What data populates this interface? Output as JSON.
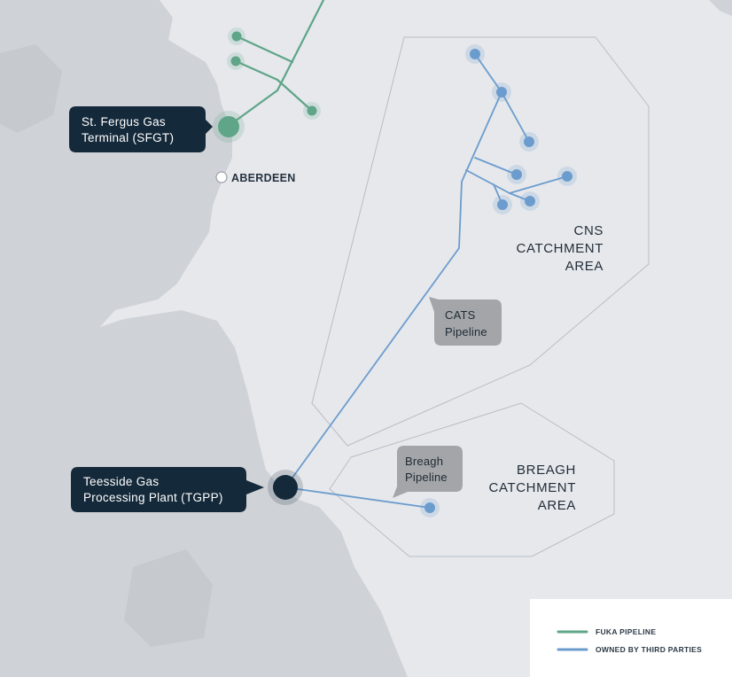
{
  "colors": {
    "sea": "#e6e8ec",
    "land": "#cfd2d7",
    "fuka_pipeline": "#5fa588",
    "third_party_pipeline": "#6b9ccd",
    "dark_callout": "#14293a",
    "grey_callout": "#a3a5a8"
  },
  "terminals": {
    "sfgt": {
      "line1": "St. Fergus Gas",
      "line2": "Terminal (SFGT)"
    },
    "tgpp": {
      "line1": "Teesside Gas",
      "line2": "Processing Plant (TGPP)"
    }
  },
  "city": {
    "name": "ABERDEEN"
  },
  "areas": {
    "cns": {
      "line1": "CNS",
      "line2": "CATCHMENT",
      "line3": "AREA"
    },
    "breagh": {
      "line1": "BREAGH",
      "line2": "CATCHMENT",
      "line3": "AREA"
    }
  },
  "pipelines": {
    "cats": {
      "line1": "CATS",
      "line2": "Pipeline"
    },
    "breagh": {
      "line1": "Breagh",
      "line2": "Pipeline"
    }
  },
  "legend": {
    "fuka": {
      "label": "FUKA PIPELINE",
      "icon": "green-line"
    },
    "third_party": {
      "label": "OWNED BY THIRD PARTIES",
      "icon": "blue-line"
    }
  }
}
